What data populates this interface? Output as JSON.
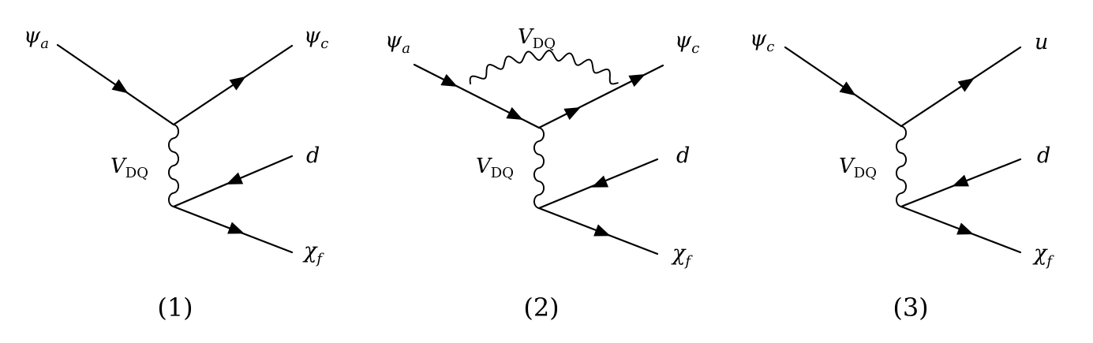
{
  "diagrams": [
    {
      "caption": "(1)",
      "mediator": {
        "symbol": "V",
        "subscript": "DQ"
      },
      "in_particle": {
        "symbol": "ψ",
        "subscript": "a"
      },
      "out_particle": {
        "symbol": "ψ",
        "subscript": "c"
      },
      "antiparticle": {
        "symbol": "d",
        "subscript": ""
      },
      "final_particle": {
        "symbol": "χ",
        "subscript": "f"
      }
    },
    {
      "caption": "(2)",
      "mediator": {
        "symbol": "V",
        "subscript": "DQ"
      },
      "loop_mediator": {
        "symbol": "V",
        "subscript": "DQ"
      },
      "in_particle": {
        "symbol": "ψ",
        "subscript": "a"
      },
      "out_particle": {
        "symbol": "ψ",
        "subscript": "c"
      },
      "antiparticle": {
        "symbol": "d",
        "subscript": ""
      },
      "final_particle": {
        "symbol": "χ",
        "subscript": "f"
      }
    },
    {
      "caption": "(3)",
      "mediator": {
        "symbol": "V",
        "subscript": "DQ"
      },
      "in_particle": {
        "symbol": "ψ",
        "subscript": "c"
      },
      "out_particle": {
        "symbol": "u",
        "subscript": ""
      },
      "antiparticle": {
        "symbol": "d",
        "subscript": ""
      },
      "final_particle": {
        "symbol": "χ",
        "subscript": "f"
      }
    }
  ]
}
